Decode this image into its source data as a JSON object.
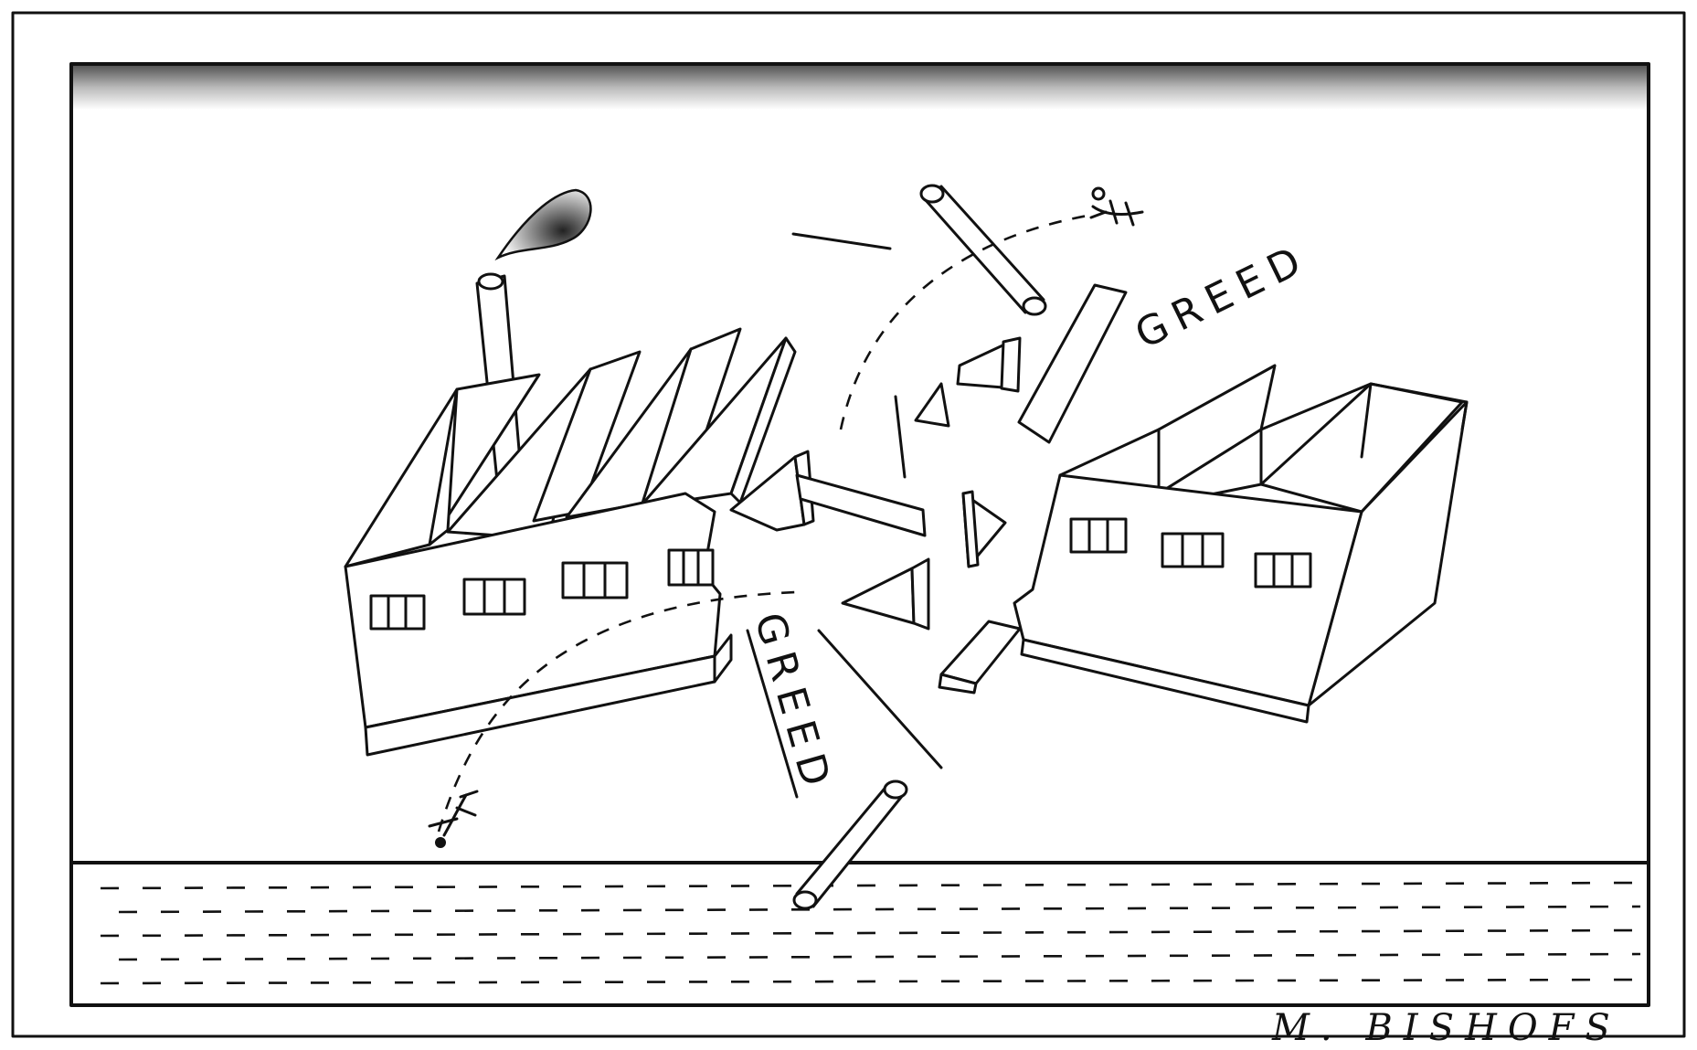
{
  "labels": {
    "greed_upper": "GREED",
    "greed_lower": "GREED"
  },
  "signature": "M. BISHOFS",
  "colors": {
    "ink": "#111111",
    "paper": "#ffffff"
  }
}
